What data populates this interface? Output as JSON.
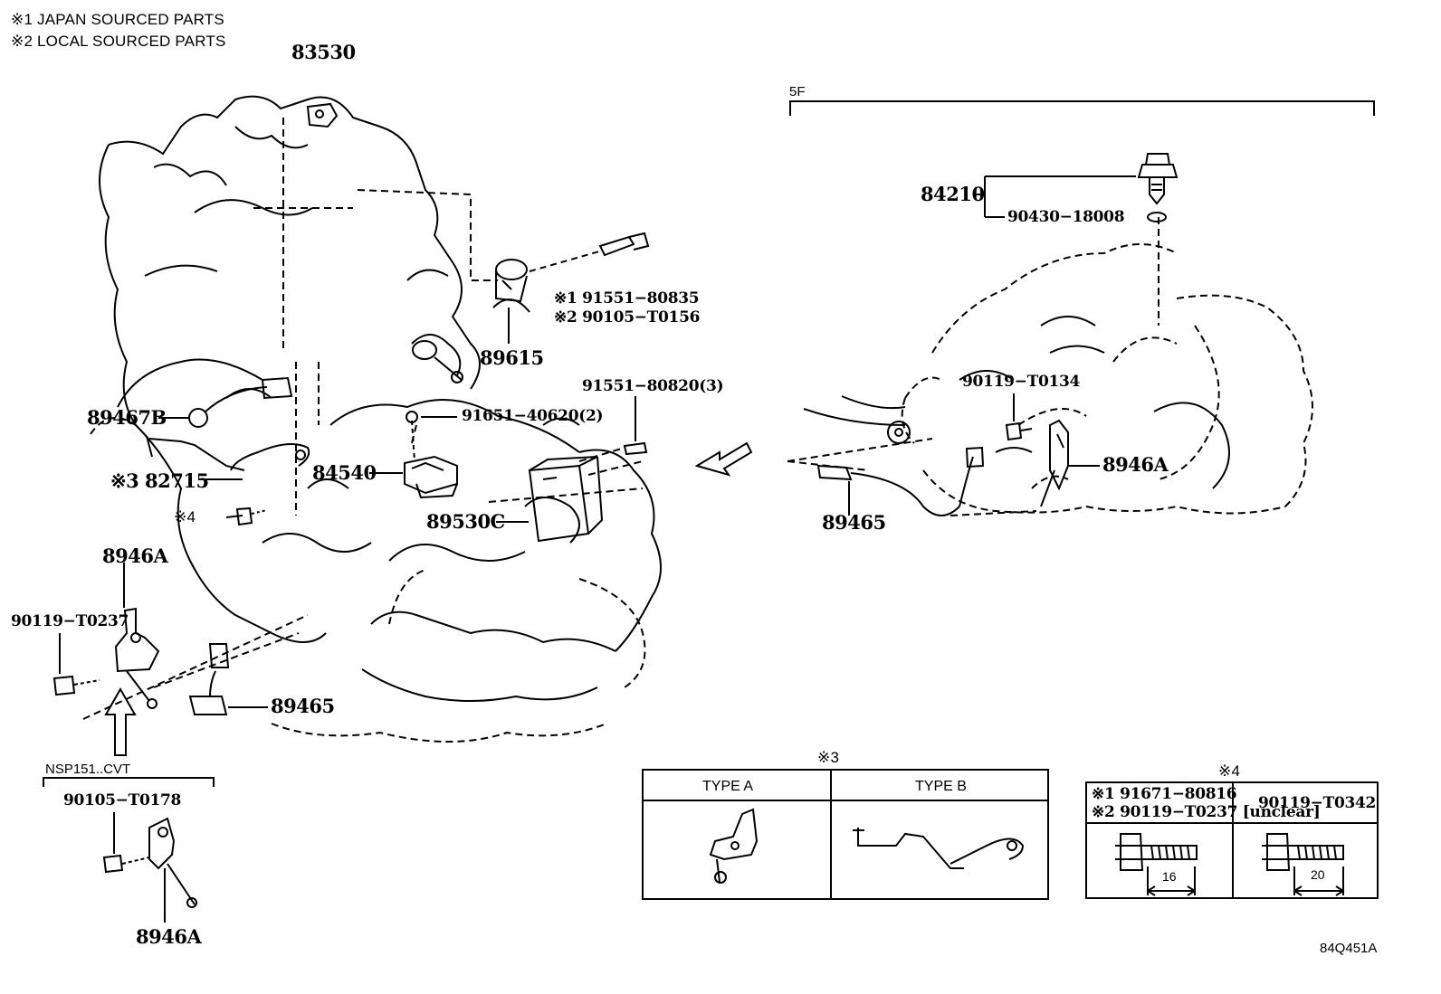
{
  "notes": [
    "※1 JAPAN SOURCED PARTS",
    "※2 LOCAL SOURCED PARTS"
  ],
  "labels": {
    "p83530": "83530",
    "p89615": "89615",
    "p91551_80835": "※1 91551−80835",
    "p90105_T0156": "※2 90105−T0156",
    "p91551_80820": "91551−80820(3)",
    "p91651_40620": "91651−40620(2)",
    "p89467B": "89467B",
    "p82715": "※3 82715",
    "p84540": "84540",
    "p89530C": "89530C",
    "mark4": "※4",
    "p8946A_top": "8946A",
    "p90119_T0237": "90119−T0237",
    "p89465_left": "89465",
    "group_nsp": "NSP151..CVT",
    "p90105_T0178": "90105−T0178",
    "p8946A_bottom": "8946A",
    "group_5f": "5F",
    "p84210": "84210",
    "p90430_18008": "90430−18008",
    "p90119_T0134": "90119−T0134",
    "p8946A_right": "8946A",
    "p89465_right": "89465",
    "diagram_code": "84Q451A"
  },
  "table3": {
    "mark": "※3",
    "type_a": "TYPE A",
    "type_b": "TYPE B"
  },
  "table4": {
    "mark": "※4",
    "left_header_1": "※1 91671−80816",
    "left_header_2": "※2 90119−T0237 [unclear]",
    "right_header": "90119−T0342",
    "left_length": "16",
    "right_length": "20"
  }
}
